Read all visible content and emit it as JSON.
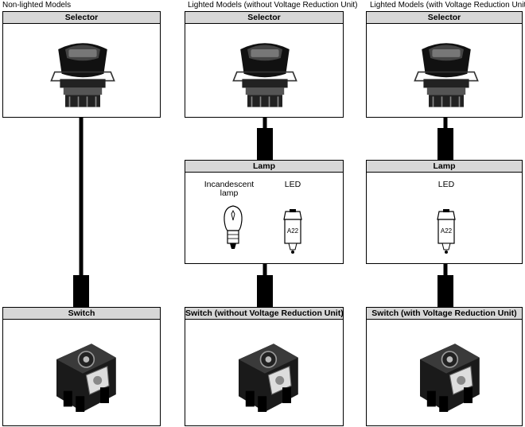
{
  "columns": [
    {
      "title": "Non-lighted Models",
      "selector_label": "Selector",
      "switch_label": "Switch"
    },
    {
      "title": "Lighted Models (without Voltage Reduction Unit)",
      "selector_label": "Selector",
      "lamp_label": "Lamp",
      "lamp_options": [
        "Incandescent\nlamp",
        "LED"
      ],
      "switch_label": "Switch (without Voltage Reduction Unit)"
    },
    {
      "title": "Lighted Models (with Voltage Reduction Unit)",
      "selector_label": "Selector",
      "lamp_label": "Lamp",
      "lamp_options": [
        "LED"
      ],
      "switch_label": "Switch (with Voltage Reduction Unit)"
    }
  ],
  "led_marking": "A22",
  "colors": {
    "header_fill": "#d7d7d7",
    "line": "#000000"
  }
}
